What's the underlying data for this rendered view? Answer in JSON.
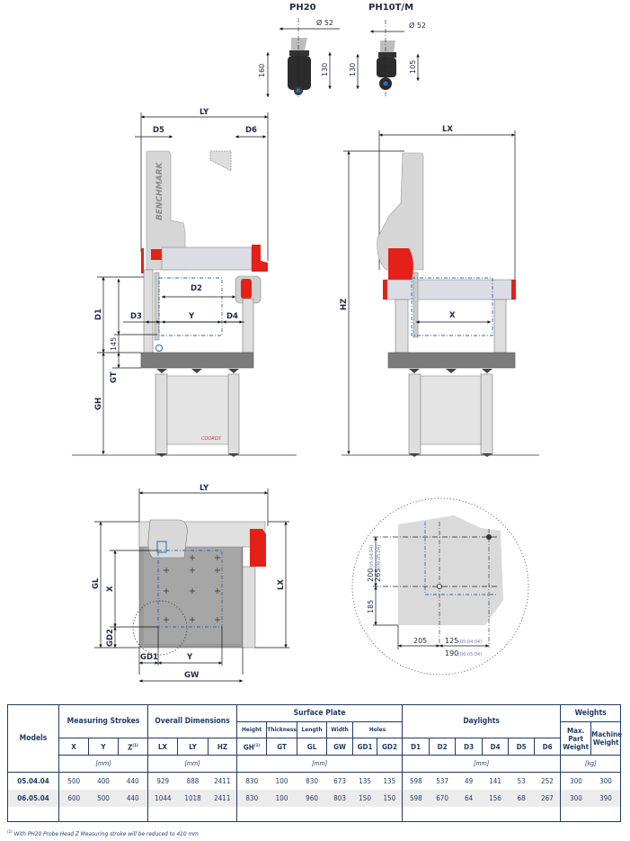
{
  "probe_heads": {
    "ph20": {
      "title": "PH20",
      "diameter": "Ø 52",
      "height_total": "160",
      "height_body": "130"
    },
    "ph10": {
      "title": "PH10T/M",
      "diameter": "Ø 52",
      "height_total": "130",
      "height_body": "105"
    }
  },
  "side_view": {
    "ly": "LY",
    "d5": "D5",
    "d6": "D6",
    "brand": "BENCHMARK",
    "d2": "D2",
    "d1": "D1",
    "d3": "D3",
    "y": "Y",
    "d4": "D4",
    "v145": "145",
    "gt": "GT",
    "gh": "GH"
  },
  "front_view": {
    "lx": "LX",
    "hz": "HZ",
    "x": "X"
  },
  "top_view": {
    "ly": "LY",
    "gl": "GL",
    "x": "X",
    "lx": "LX",
    "gd2": "GD2",
    "gd1": "GD1",
    "y": "Y",
    "gw": "GW"
  },
  "detail": {
    "v200": "200",
    "v200_note": "(05.04.04)",
    "v265": "265",
    "v265_note": "(06.05.04)",
    "v185": "185",
    "v205": "205",
    "v125": "125",
    "v125_note": "(05.04.04)",
    "v190": "190",
    "v190_note": "(06.05.04)"
  },
  "table": {
    "models_header": "Models",
    "groups": {
      "strokes": "Measuring Strokes",
      "overall": "Overall Dimensions",
      "plate": "Surface Plate",
      "daylights": "Daylights",
      "weights": "Weights"
    },
    "subgroups": {
      "height": "Height",
      "thickness": "Thickness",
      "length": "Length",
      "width": "Width",
      "holes": "Holes",
      "max_part": "Max. Part Weight",
      "machine": "Machine Weight"
    },
    "columns": [
      "X",
      "Y",
      "Z",
      "LX",
      "LY",
      "HZ",
      "GH",
      "GT",
      "GL",
      "GW",
      "GD1",
      "GD2",
      "D1",
      "D2",
      "D3",
      "D4",
      "D5",
      "D6"
    ],
    "footnote_mark": "(1)",
    "units": {
      "strokes": "[mm]",
      "overall": "[mm]",
      "plate": "[mm]",
      "daylights": "[mm]",
      "weights": "[kg]"
    },
    "rows": [
      {
        "model": "05.04.04",
        "values": [
          "500",
          "400",
          "440",
          "929",
          "888",
          "2411",
          "830",
          "100",
          "830",
          "673",
          "135",
          "135",
          "598",
          "537",
          "49",
          "141",
          "53",
          "252",
          "300",
          "300"
        ]
      },
      {
        "model": "06.05.04",
        "values": [
          "600",
          "500",
          "440",
          "1044",
          "1018",
          "2411",
          "830",
          "100",
          "960",
          "803",
          "150",
          "150",
          "598",
          "670",
          "64",
          "156",
          "68",
          "267",
          "300",
          "390"
        ]
      }
    ]
  },
  "footnote": {
    "mark": "(1)",
    "text": "With PH20 Probe Head Z Measuring stroke will be reduced to 410 mm"
  }
}
